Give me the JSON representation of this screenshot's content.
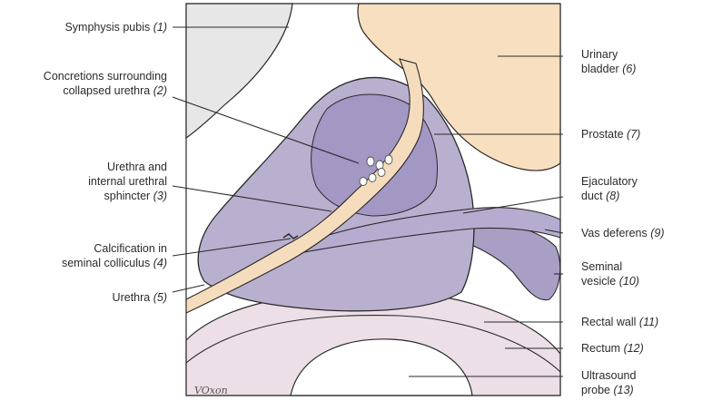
{
  "labels": {
    "l1": {
      "text": "Symphysis pubis",
      "num": "(1)"
    },
    "l2a": {
      "text": "Concretions surrounding"
    },
    "l2b": {
      "text": "collapsed urethra",
      "num": "(2)"
    },
    "l3a": {
      "text": "Urethra and"
    },
    "l3b": {
      "text": "internal urethral"
    },
    "l3c": {
      "text": "sphincter",
      "num": "(3)"
    },
    "l4a": {
      "text": "Calcification in"
    },
    "l4b": {
      "text": "seminal colliculus",
      "num": "(4)"
    },
    "l5": {
      "text": "Urethra",
      "num": "(5)"
    },
    "l6a": {
      "text": "Urinary"
    },
    "l6b": {
      "text": "bladder",
      "num": "(6)"
    },
    "l7": {
      "text": "Prostate",
      "num": "(7)"
    },
    "l8a": {
      "text": "Ejaculatory"
    },
    "l8b": {
      "text": "duct",
      "num": "(8)"
    },
    "l9": {
      "text": "Vas deferens",
      "num": "(9)"
    },
    "l10a": {
      "text": "Seminal"
    },
    "l10b": {
      "text": "vesicle",
      "num": "(10)"
    },
    "l11": {
      "text": "Rectal wall",
      "num": "(11)"
    },
    "l12": {
      "text": "Rectum",
      "num": "(12)"
    },
    "l13a": {
      "text": "Ultrasound"
    },
    "l13b": {
      "text": "probe",
      "num": "(13)"
    }
  },
  "signature": "VOxon",
  "colors": {
    "bladder": "#f8dfbf",
    "prostate": "#b9b0cf",
    "prostate_dark": "#9d90bf",
    "rectum": "#ede0e8",
    "rectal_wall": "#e4d3dd",
    "symphysis": "#e6e6e6",
    "outline": "#2a2a2a"
  }
}
